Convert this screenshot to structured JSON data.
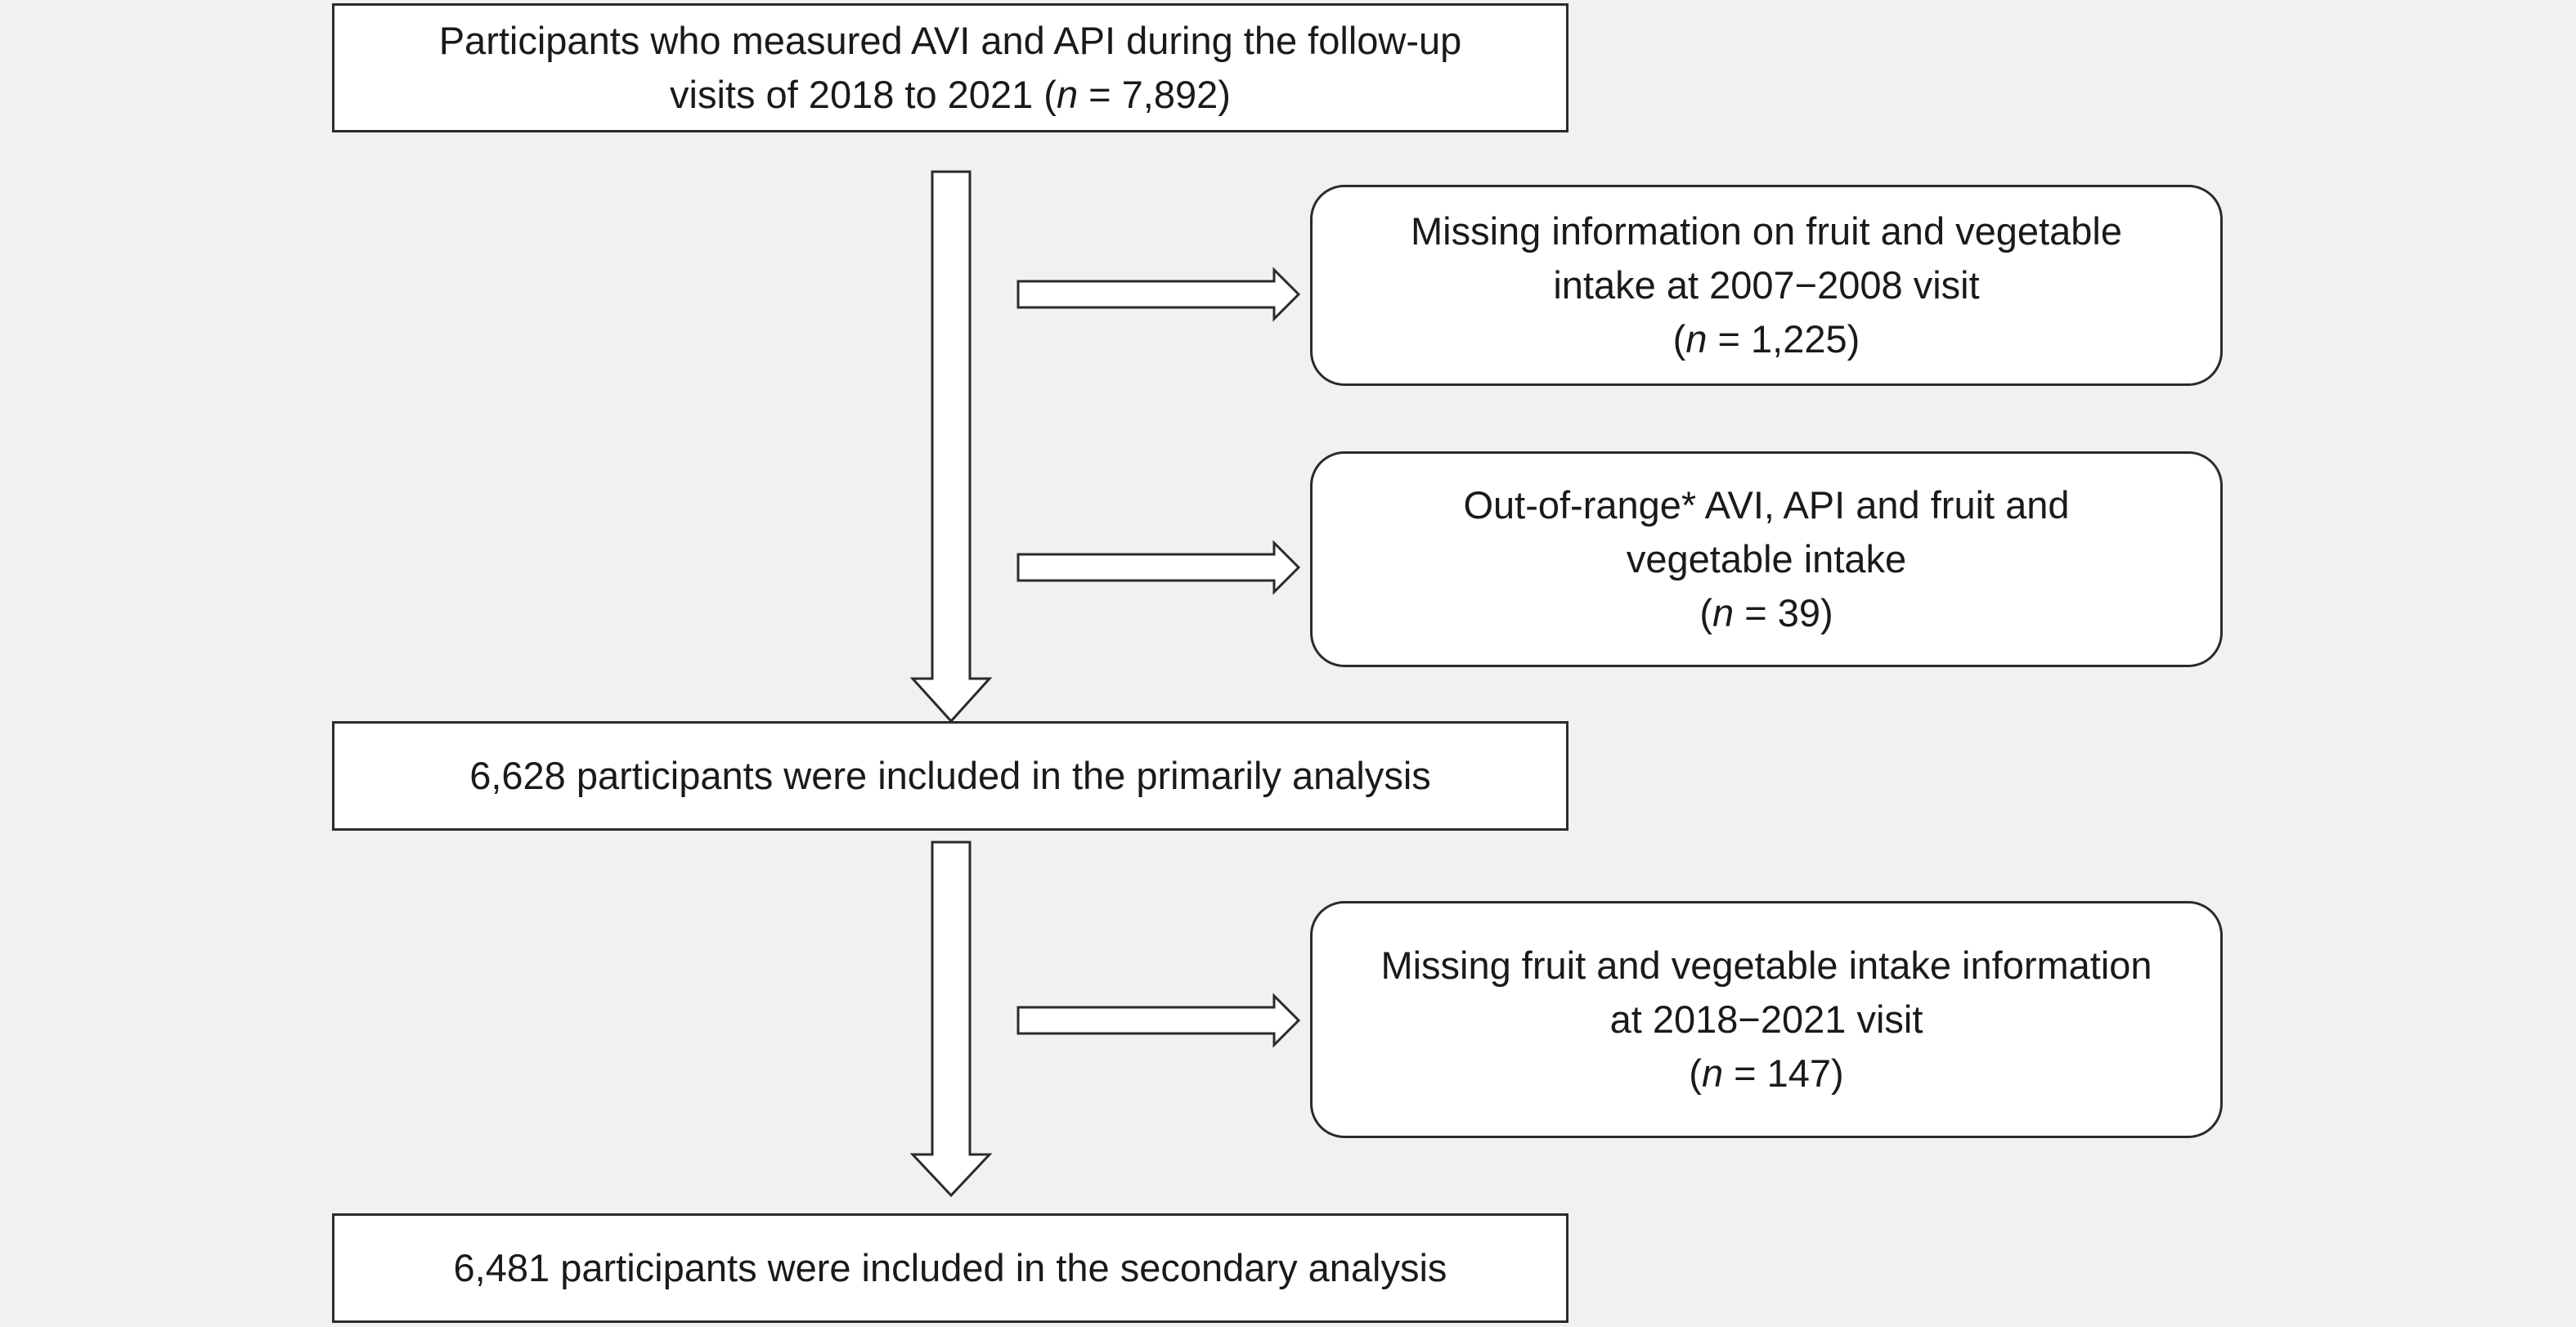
{
  "flowchart": {
    "start": {
      "line1": "Participants who measured AVI and API during the follow-up",
      "line2_pre": "visits of 2018 to 2021 (",
      "n_symbol": "n",
      "line2_post": " = 7,892)"
    },
    "exclusion_1": {
      "line1": "Missing information on fruit and vegetable",
      "line2": "intake at 2007−2008 visit",
      "line3_pre": "(",
      "n_symbol": "n",
      "line3_post": " = 1,225)"
    },
    "exclusion_2": {
      "line1": "Out-of-range* AVI, API and fruit and",
      "line2": "vegetable intake",
      "line3_pre": "(",
      "n_symbol": "n",
      "line3_post": " = 39)"
    },
    "primary": {
      "text": "6,628 participants were included in the primarily analysis"
    },
    "exclusion_3": {
      "line1": "Missing fruit and vegetable intake information",
      "line2": "at 2018−2021 visit",
      "line3_pre": "(",
      "n_symbol": "n",
      "line3_post": " = 147)"
    },
    "secondary": {
      "text": "6,481 participants were included in the secondary analysis"
    }
  }
}
